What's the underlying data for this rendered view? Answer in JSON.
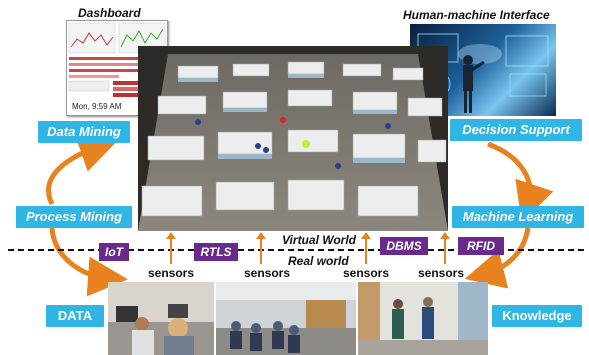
{
  "titles": {
    "dashboard": "Dashboard",
    "hmi": "Human-machine Interface"
  },
  "dashboard": {
    "clock": "Mon, 9:59 AM"
  },
  "boxes": {
    "data_mining": "Data Mining",
    "process_mining": "Process Mining",
    "data": "DATA",
    "decision_support": "Decision Support",
    "machine_learning": "Machine Learning",
    "knowledge": "Knowledge"
  },
  "tags": {
    "iot": "IoT",
    "rtls": "RTLS",
    "dbms": "DBMS",
    "rfid": "RFID"
  },
  "world": {
    "virtual": "Virtual World",
    "real": "Real world"
  },
  "sensors": [
    "sensors",
    "sensors",
    "sensors",
    "sensors"
  ],
  "colors": {
    "accent_cyan": "#2fb6e4",
    "tag_purple": "#6a2a8c",
    "arrow_orange": "#e8821e"
  }
}
